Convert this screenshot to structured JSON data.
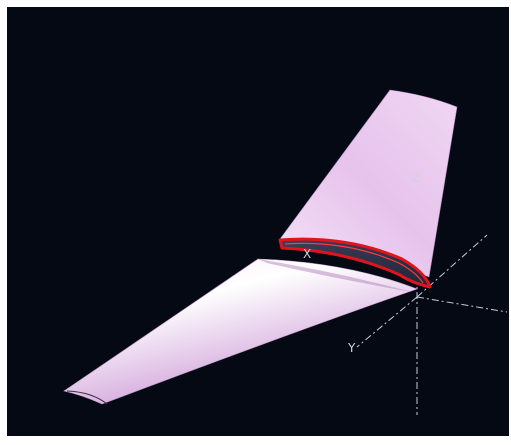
{
  "viewer": {
    "background": "#040913",
    "model_color": "#e7c6ee",
    "selection_color": "#e0141c",
    "axis_color": "#c9ccd4"
  },
  "axes": {
    "z_label": "Z",
    "y_label": "Y",
    "x_label": "X"
  }
}
